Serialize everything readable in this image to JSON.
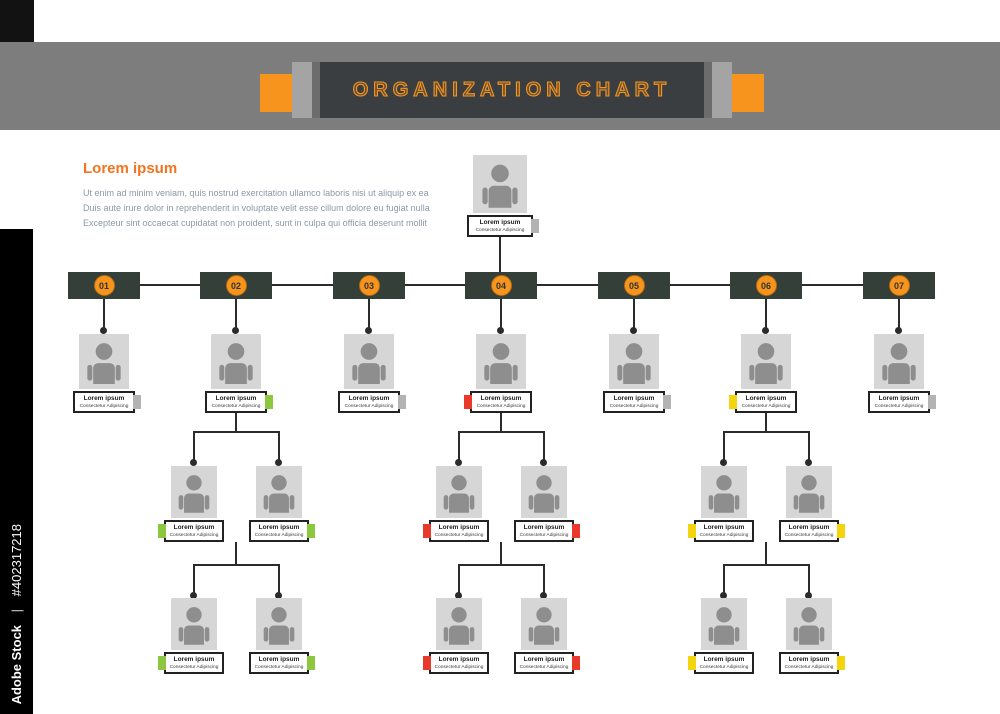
{
  "watermark": {
    "brand": "Adobe Stock",
    "divider": "|",
    "id_number": "#402317218"
  },
  "banner": {
    "title": "ORGANIZATION CHART"
  },
  "intro": {
    "heading": "Lorem ipsum",
    "lines": [
      "Ut enim ad minim veniam, quis nostrud exercitation ullamco laboris nisi ut aliquip ex ea",
      "Duis aute irure dolor in reprehenderit in voluptate velit esse cillum dolore eu fugiat nulla",
      "Excepteur sint occaecat cupidatat non proident, sunt in culpa qui officia deserunt mollit"
    ]
  },
  "card": {
    "name": "Lorem ipsum",
    "role": "Consectetur Adipiscing"
  },
  "branches": [
    {
      "number": "01"
    },
    {
      "number": "02"
    },
    {
      "number": "03"
    },
    {
      "number": "04"
    },
    {
      "number": "05"
    },
    {
      "number": "06"
    },
    {
      "number": "07"
    }
  ],
  "colors": {
    "accent": "#f7941d",
    "line": "#2b2b2b",
    "nodebox": "#343f39",
    "tabgray": "#b3b3b3",
    "tabgreen": "#8dc63f",
    "tabred": "#e8392b",
    "tabyellow": "#f2d40f"
  }
}
